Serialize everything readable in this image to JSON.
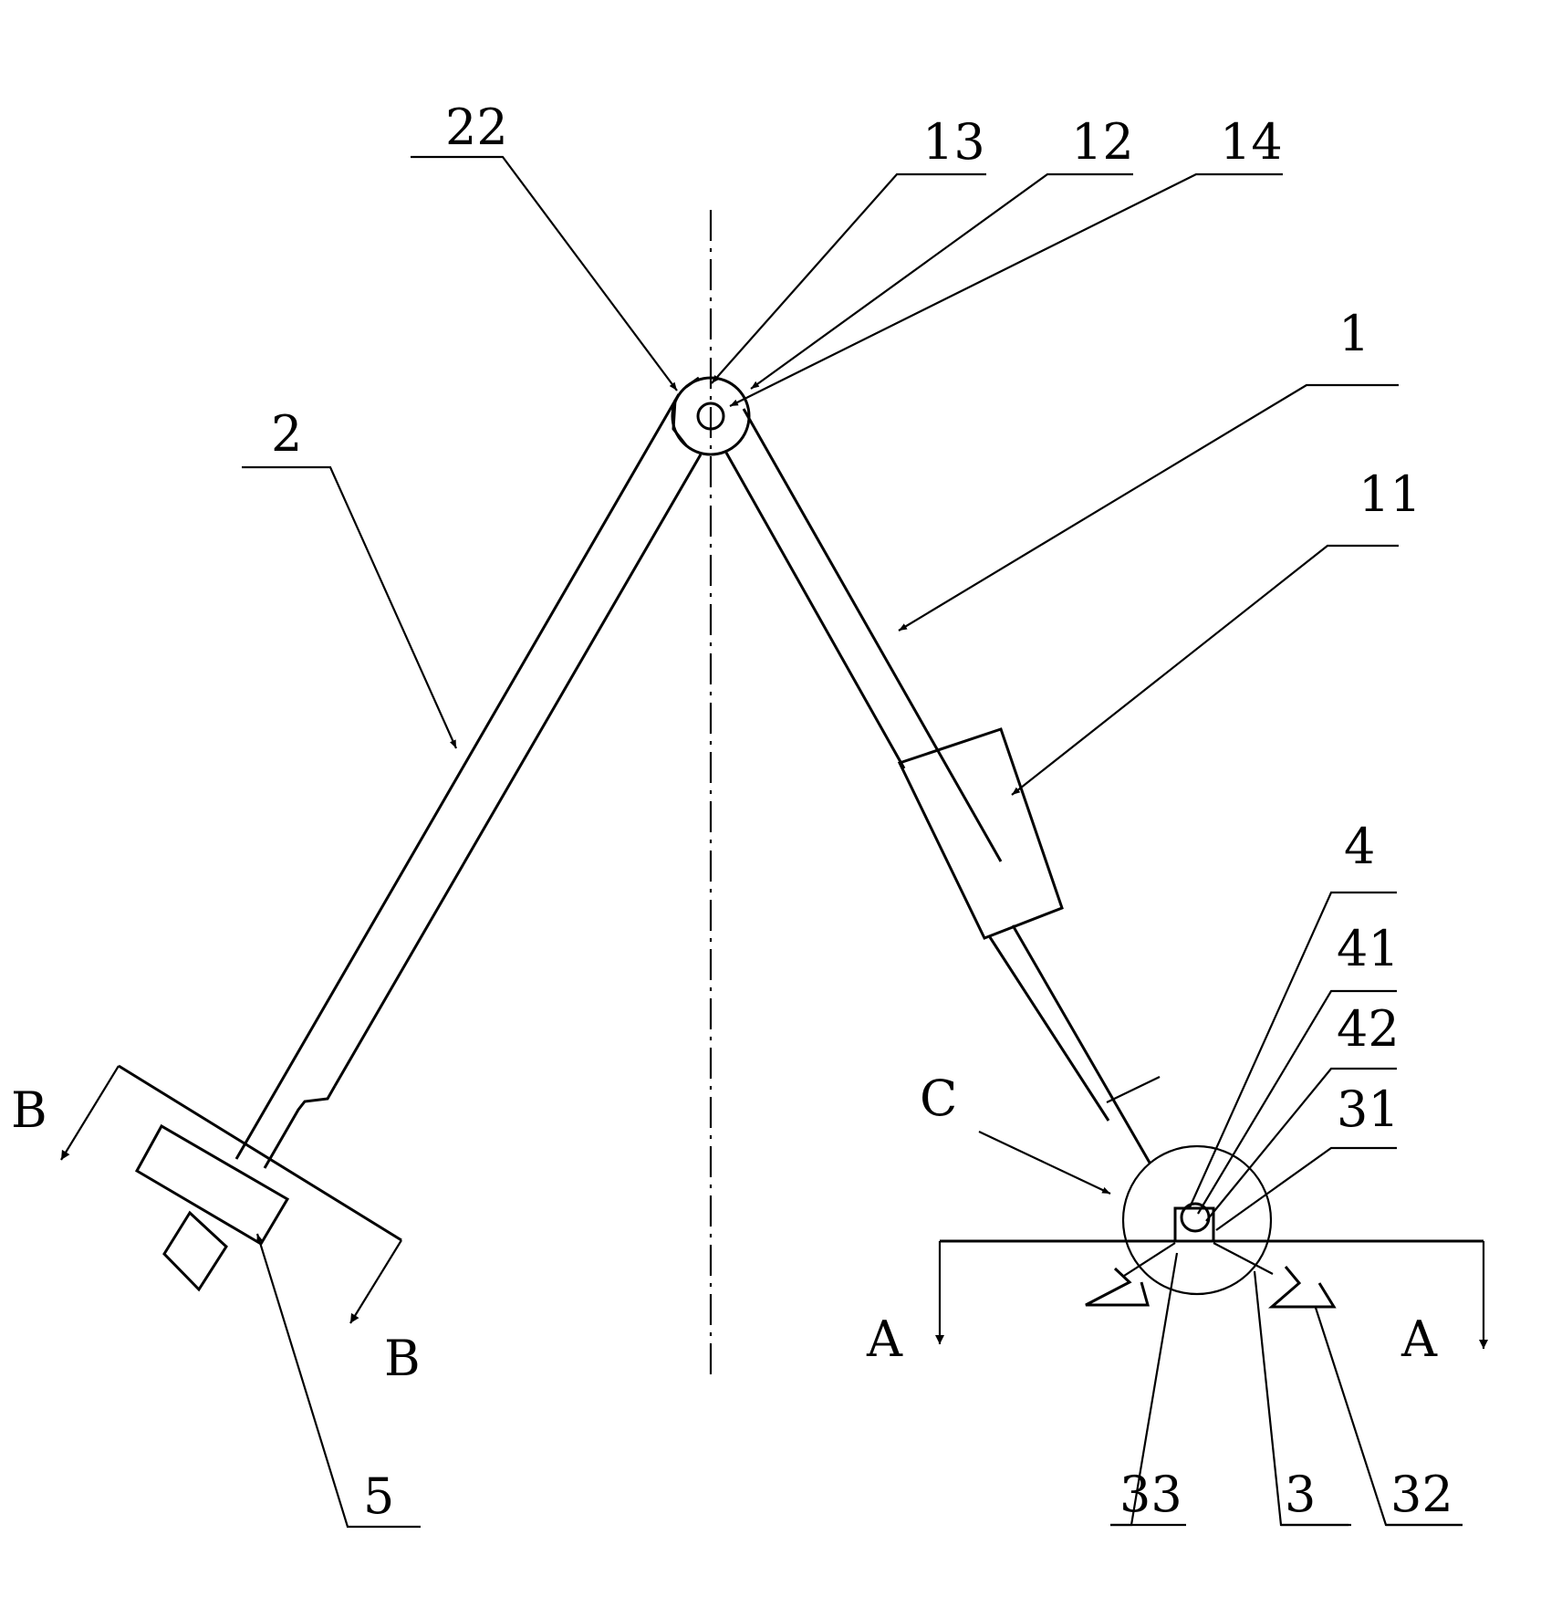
{
  "labels": {
    "n22": "22",
    "n13": "13",
    "n12": "12",
    "n14": "14",
    "n1": "1",
    "n2": "2",
    "n11": "11",
    "n4": "4",
    "n41": "41",
    "n42": "42",
    "n31": "31",
    "nC": "C",
    "n5": "5",
    "n33": "33",
    "n3": "3",
    "n32": "32",
    "secA_left": "A",
    "secA_right": "A",
    "secB_top": "B",
    "secB_bottom": "B"
  }
}
